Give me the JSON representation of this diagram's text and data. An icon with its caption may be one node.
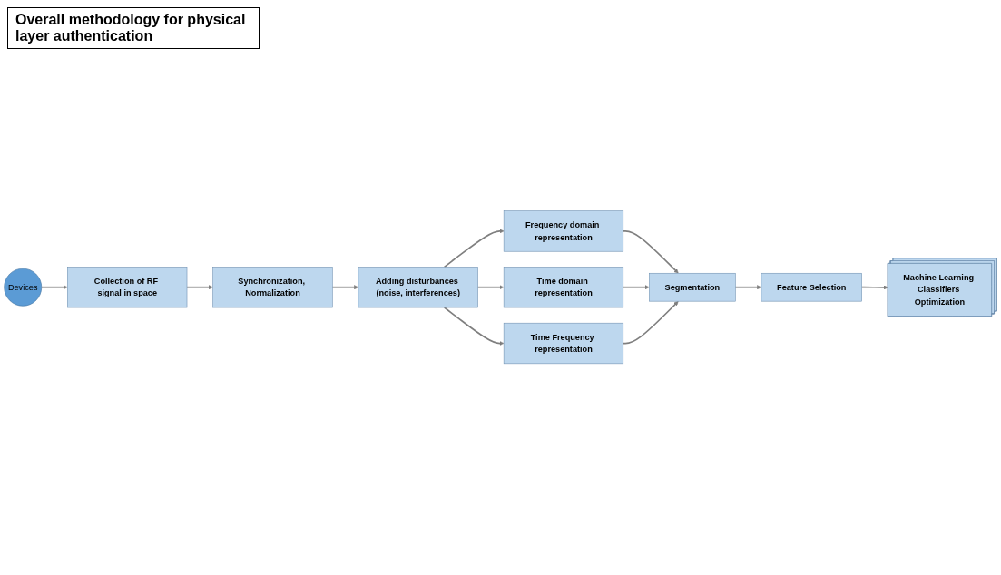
{
  "diagram": {
    "title": "Overall methodology for physical layer authentication",
    "nodes": [
      {
        "text": [
          "Devices"
        ]
      },
      {
        "text": [
          "Collection of RF signal in space"
        ]
      },
      {
        "text": [
          "Synchronization, Normalization"
        ]
      },
      {
        "text": [
          "Adding disturbances (noise, interferences)"
        ]
      },
      {
        "text": [
          "Frequency domain representation"
        ]
      },
      {
        "text": [
          "Time domain representation"
        ]
      },
      {
        "text": [
          "Time Frequency representation"
        ]
      },
      {
        "text": [
          "Segmentation"
        ]
      },
      {
        "text": [
          "Feature Selection"
        ]
      },
      {
        "text": [
          "Machine Learning Classifiers Optimization"
        ]
      }
    ],
    "edges": [
      {
        "from": 0,
        "to": 1,
        "arrow": "to"
      },
      {
        "from": 1,
        "to": 2,
        "arrow": "to"
      },
      {
        "from": 2,
        "to": 3,
        "arrow": "to"
      },
      {
        "from": 3,
        "to": 4,
        "arrow": "to"
      },
      {
        "from": 3,
        "to": 5,
        "arrow": "to"
      },
      {
        "from": 3,
        "to": 6,
        "arrow": "to"
      },
      {
        "from": 4,
        "to": 7,
        "arrow": "to"
      },
      {
        "from": 5,
        "to": 7,
        "arrow": "to"
      },
      {
        "from": 6,
        "to": 7,
        "arrow": "to"
      },
      {
        "from": 7,
        "to": 8,
        "arrow": "to"
      },
      {
        "from": 8,
        "to": 9,
        "arrow": "to"
      }
    ]
  }
}
